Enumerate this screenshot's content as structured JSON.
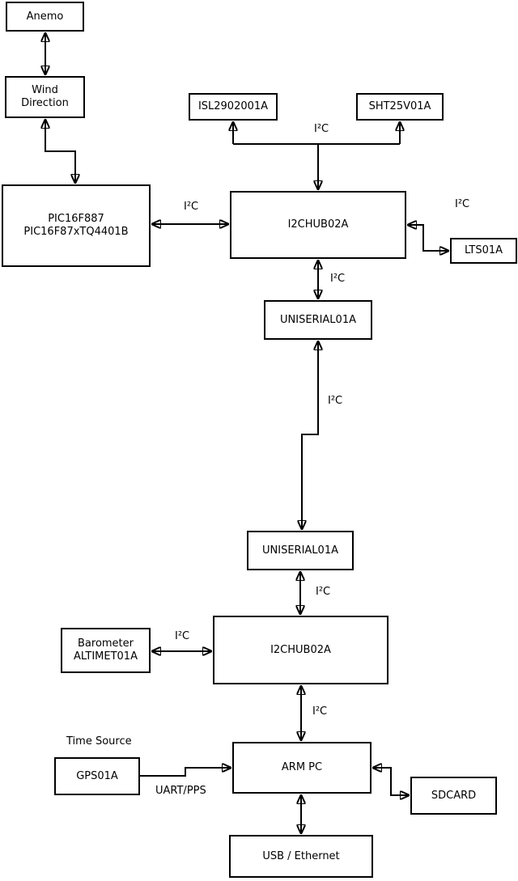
{
  "diagram": {
    "nodes": {
      "anemo": {
        "label": "Anemo"
      },
      "wind_direction": {
        "line1": "Wind",
        "line2": "Direction"
      },
      "pic": {
        "line1": "PIC16F887",
        "line2": "PIC16F87xTQ4401B"
      },
      "isl": {
        "label": "ISL2902001A"
      },
      "sht": {
        "label": "SHT25V01A"
      },
      "i2c_hub_1": {
        "label": "I2CHUB02A"
      },
      "lts": {
        "label": "LTS01A"
      },
      "uniserial_1": {
        "label": "UNISERIAL01A"
      },
      "uniserial_2": {
        "label": "UNISERIAL01A"
      },
      "i2c_hub_2": {
        "label": "I2CHUB02A"
      },
      "barometer": {
        "line1": "Barometer",
        "line2": "ALTIMET01A"
      },
      "gps": {
        "label": "GPS01A"
      },
      "arm_pc": {
        "label": "ARM PC"
      },
      "sdcard": {
        "label": "SDCARD"
      },
      "usb_ethernet": {
        "label": "USB / Ethernet"
      }
    },
    "edge_labels": {
      "i2c": "I²C",
      "time_source": "Time Source",
      "uart_pps": "UART/PPS"
    },
    "colors": {
      "line": "#000000",
      "box_border": "#000000",
      "box_fill": "#ffffff",
      "background": "#ffffff",
      "text": "#000000"
    }
  }
}
